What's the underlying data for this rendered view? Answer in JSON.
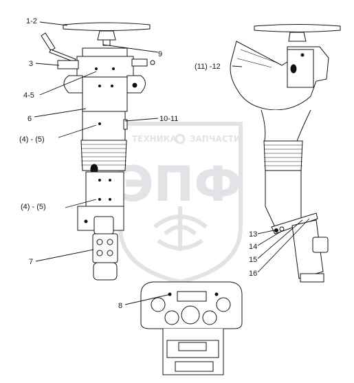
{
  "watermark": {
    "top_left": "ТЕХНИКА",
    "top_right": "ЗАПЧАСТИ",
    "main": "ЭПФ"
  },
  "labels": {
    "l1": "1-2",
    "l2": "9",
    "l3": "3",
    "l4": "4-5",
    "l5": "6",
    "l6": "10-11",
    "l7": "(4) - (5)",
    "l8": "(4) - (5)",
    "l9": "7",
    "l10": "8",
    "l11": "(11) -12",
    "l12": "13",
    "l13": "14",
    "l14": "15",
    "l15": "16"
  }
}
